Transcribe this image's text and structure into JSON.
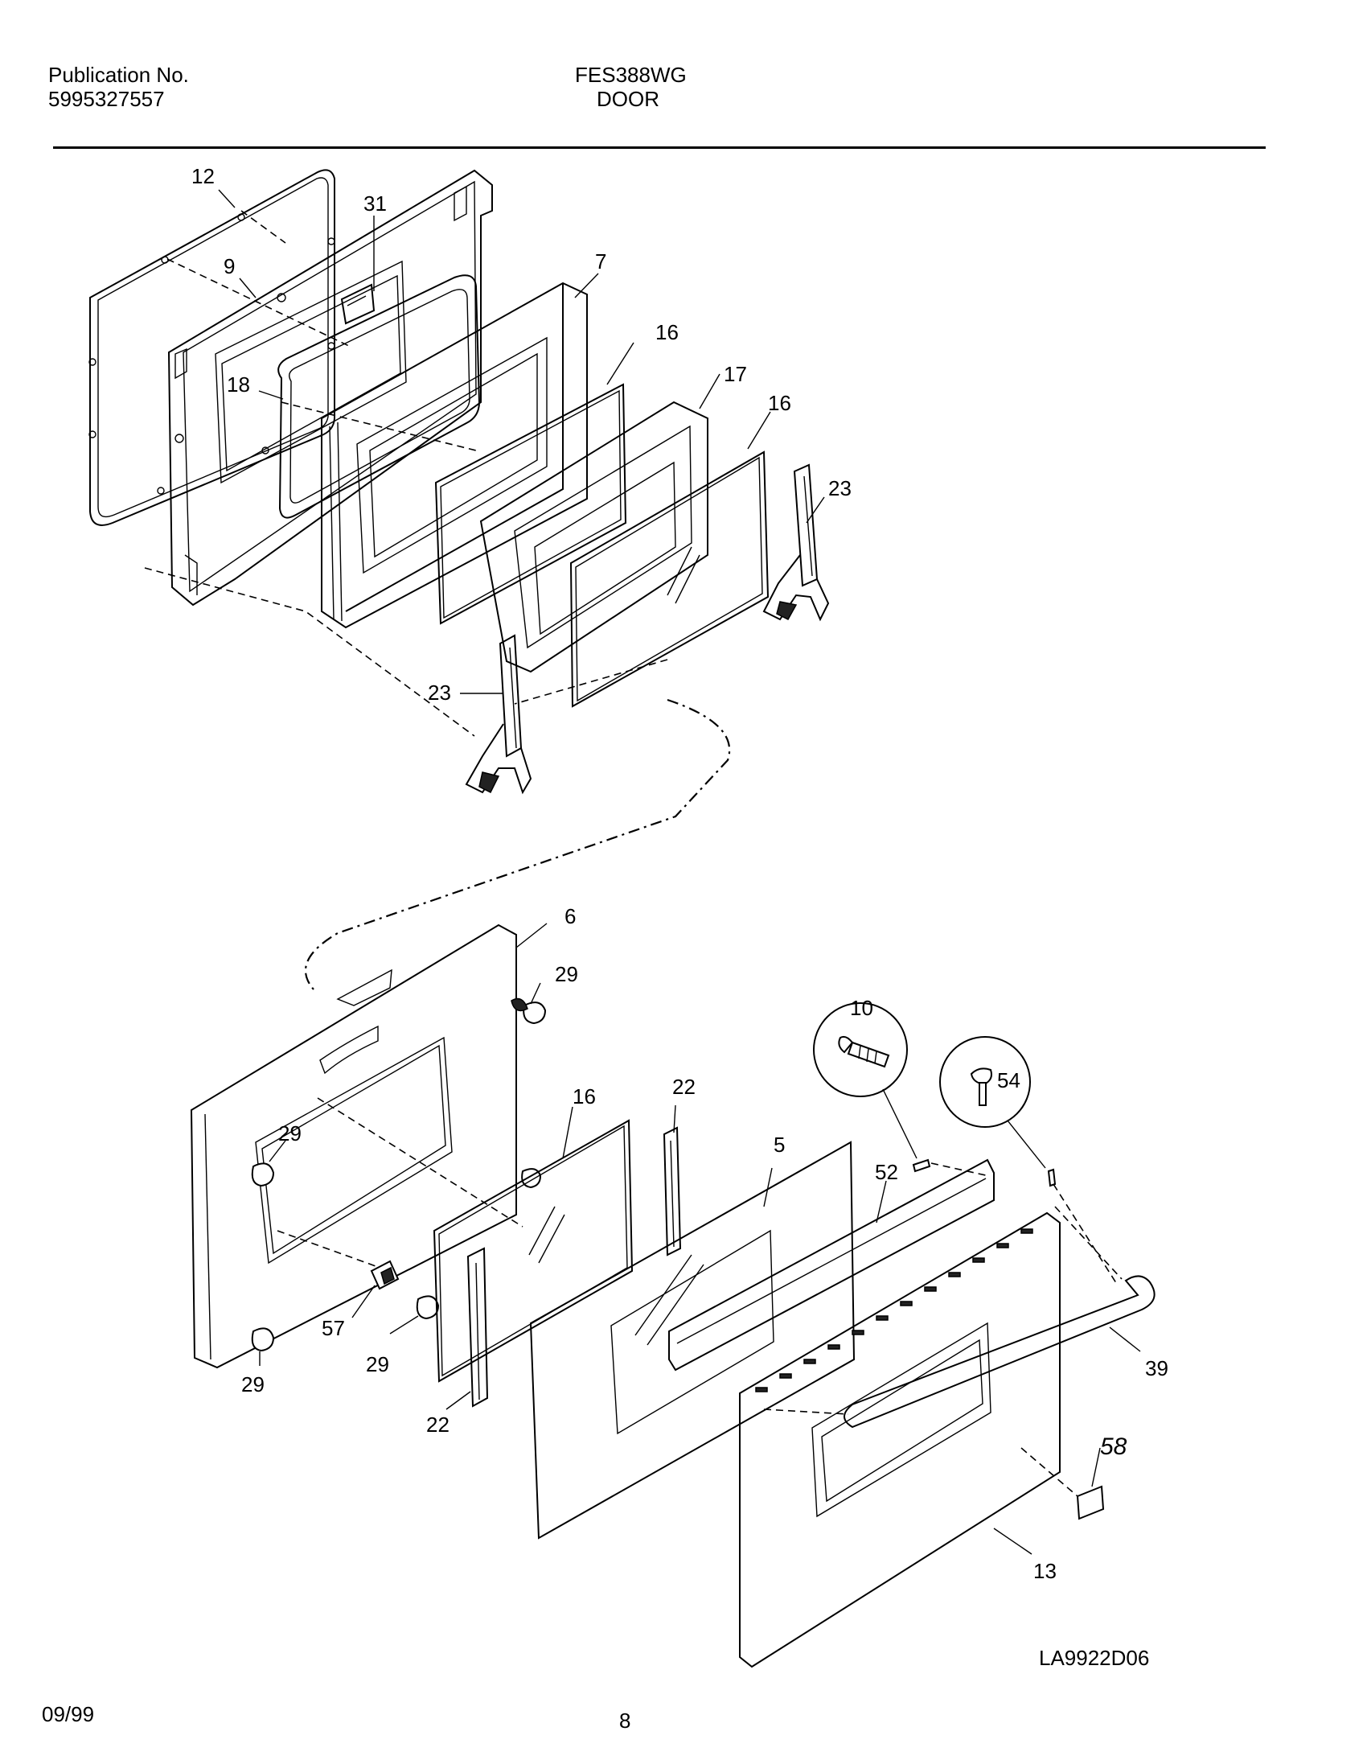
{
  "header": {
    "publication_label": "Publication No.",
    "publication_number": "5995327557",
    "model": "FES388WG",
    "section": "DOOR"
  },
  "footer": {
    "date": "09/99",
    "page": "8",
    "drawing_code": "LA9922D06"
  },
  "callouts": {
    "c12": "12",
    "c31": "31",
    "c9": "9",
    "c7": "7",
    "c16a": "16",
    "c17": "17",
    "c16b": "16",
    "c18": "18",
    "c23a": "23",
    "c23b": "23",
    "c6": "6",
    "c29a": "29",
    "c10": "10",
    "c54": "54",
    "c16c": "16",
    "c22a": "22",
    "c29b": "29",
    "c5": "5",
    "c52": "52",
    "c57": "57",
    "c29c": "29",
    "c29d": "29",
    "c39": "39",
    "c22b": "22",
    "c58": "58",
    "c13": "13"
  },
  "icons": [
    "screw-10-icon",
    "screw-54-icon",
    "hinge-icon",
    "bumper-icon",
    "clip-icon",
    "door-handle-icon"
  ]
}
